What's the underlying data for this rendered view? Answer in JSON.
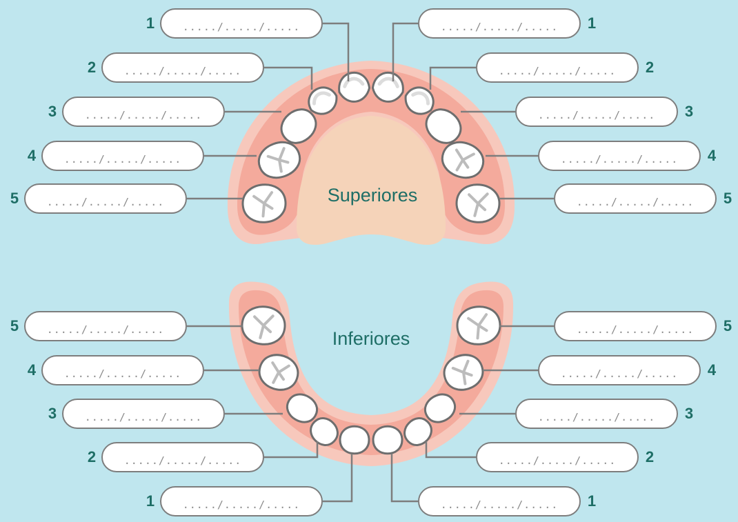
{
  "colors": {
    "background": "#bfe6ee",
    "gum": "#f7c8bc",
    "gum_inner": "#f5a99a",
    "palate": "#f5d2b8",
    "tooth": "#ffffff",
    "outline": "#6e6e6e",
    "number": "#1e6e66"
  },
  "upper": {
    "label": "Superiores",
    "fields": [
      {
        "number": "1",
        "side": "left",
        "value": "...../...../....."
      },
      {
        "number": "2",
        "side": "left",
        "value": "...../...../....."
      },
      {
        "number": "3",
        "side": "left",
        "value": "...../...../....."
      },
      {
        "number": "4",
        "side": "left",
        "value": "...../...../....."
      },
      {
        "number": "5",
        "side": "left",
        "value": "...../...../....."
      },
      {
        "number": "1",
        "side": "right",
        "value": "...../...../....."
      },
      {
        "number": "2",
        "side": "right",
        "value": "...../...../....."
      },
      {
        "number": "3",
        "side": "right",
        "value": "...../...../....."
      },
      {
        "number": "4",
        "side": "right",
        "value": "...../...../....."
      },
      {
        "number": "5",
        "side": "right",
        "value": "...../...../....."
      }
    ]
  },
  "lower": {
    "label": "Inferiores",
    "fields": [
      {
        "number": "5",
        "side": "left",
        "value": "...../...../....."
      },
      {
        "number": "4",
        "side": "left",
        "value": "...../...../....."
      },
      {
        "number": "3",
        "side": "left",
        "value": "...../...../....."
      },
      {
        "number": "2",
        "side": "left",
        "value": "...../...../....."
      },
      {
        "number": "1",
        "side": "left",
        "value": "...../...../....."
      },
      {
        "number": "5",
        "side": "right",
        "value": "...../...../....."
      },
      {
        "number": "4",
        "side": "right",
        "value": "...../...../....."
      },
      {
        "number": "3",
        "side": "right",
        "value": "...../...../....."
      },
      {
        "number": "2",
        "side": "right",
        "value": "...../...../....."
      },
      {
        "number": "1",
        "side": "right",
        "value": "...../...../....."
      }
    ]
  }
}
